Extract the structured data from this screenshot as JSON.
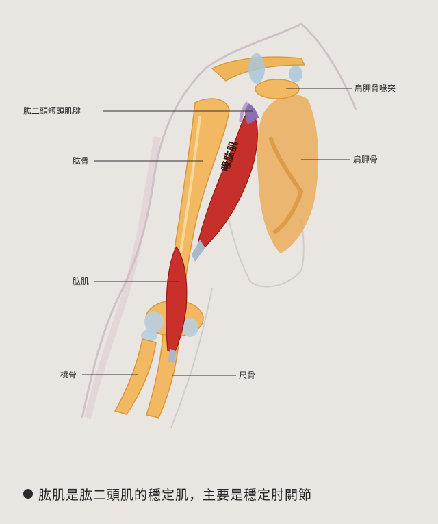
{
  "labels": {
    "acromion": "肩胛骨喙突",
    "biceps_short_tendon": "肱二頭短頭肌腱",
    "humerus": "肱骨",
    "scapula": "肩胛骨",
    "coracobrachialis": "喙肱肌",
    "brachialis": "肱肌",
    "radius": "橈骨",
    "ulna": "尺骨"
  },
  "caption": "肱肌是肱二頭肌的穩定肌，主要是穩定肘關節"
}
